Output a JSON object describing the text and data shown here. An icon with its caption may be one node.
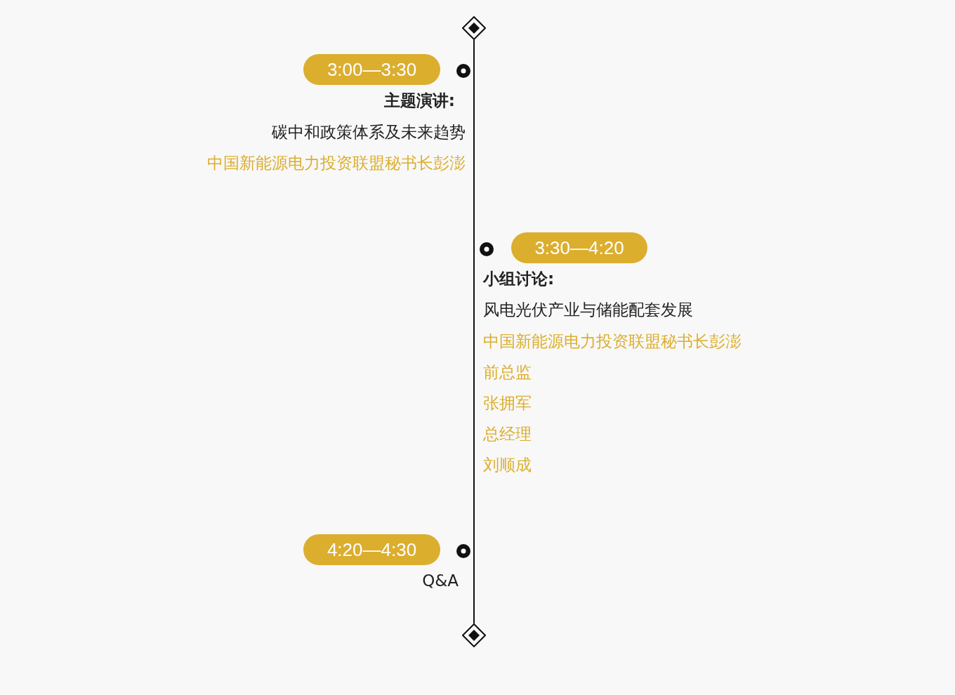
{
  "diagram": {
    "nodes": [
      {
        "text": [],
        "shape": "diamond"
      },
      {
        "text": [],
        "shape": "diamond"
      },
      {
        "text": [
          "3:00—3:30"
        ]
      },
      {
        "text": [
          "3:30—4:20"
        ]
      },
      {
        "text": [
          "4:20—4:30"
        ]
      }
    ],
    "edges": [
      {
        "from": 0,
        "to": 1,
        "arrow": "none"
      }
    ],
    "labels": [
      "主题演讲:",
      "碳中和政策体系及未来趋势",
      "中国新能源电力投资联盟秘书长彭澎",
      "小组讨论:",
      "风电光伏产业与储能配套发展",
      "中国新能源电力投资联盟秘书长彭澎",
      "前总监",
      "张拥军",
      "总经理",
      "刘顺成",
      "Q&A"
    ]
  }
}
